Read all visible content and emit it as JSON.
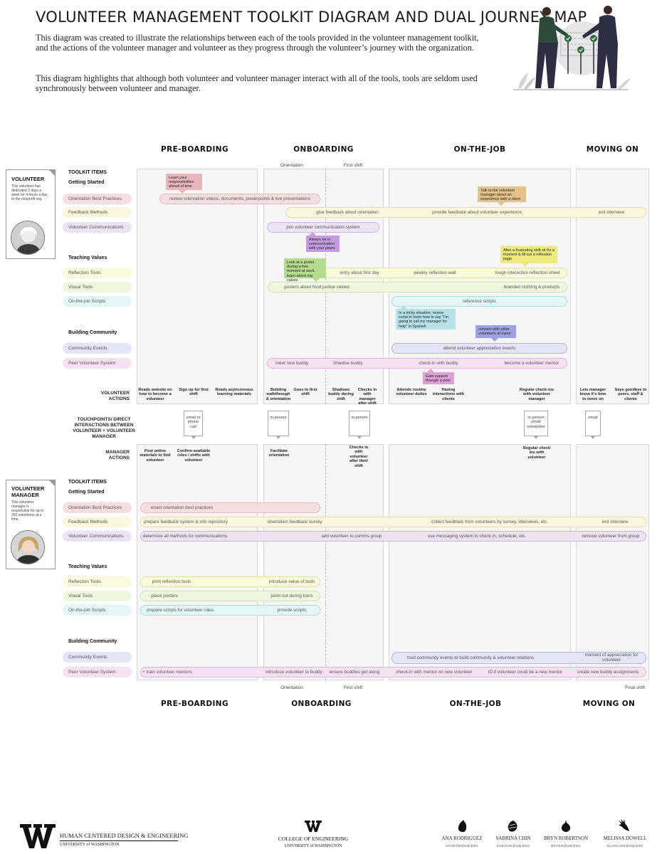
{
  "header": {
    "title": "VOLUNTEER MANAGEMENT TOOLKIT DIAGRAM AND DUAL JOURNEY MAP",
    "para1": "This diagram was created to illustrate the relationships between each of the tools provided in the volunteer management toolkit, and the actions of the volunteer manager and volunteer as they progress through the volunteer’s journey with the organization.",
    "para2": "This diagram highlights that although both volunteer and volunteer manager interact with all of the tools, tools are seldom used synchronously between volunteer and manager."
  },
  "phases": [
    "PRE-BOARDING",
    "ONBOARDING",
    "ON-THE-JOB",
    "MOVING ON"
  ],
  "markers": {
    "orientation": "Orientation",
    "first_shift": "First shift",
    "final_shift": "Final shift"
  },
  "volunteer": {
    "name": "VOLUNTEER",
    "desc": "This volunteer has dedicated 2 days a week for 4 hours a day to the nonprofit org.",
    "toolkit_label": "TOOLKIT ITEMS",
    "sections": {
      "getting_started": "Getting Started",
      "teaching_values": "Teaching Values",
      "building_community": "Building Community"
    },
    "rows": {
      "orientation": {
        "label": "Orientation Best Practices",
        "segments": [
          "review orientation videos, documents, powerpoints & live presentations"
        ]
      },
      "feedback": {
        "label": "Feedback Methods",
        "segments": [
          "give feedback about orientation",
          "provide feedback about volunteer experience",
          "exit interview"
        ]
      },
      "comms": {
        "label": "Volunteer Communications",
        "segments": [
          "join volunteer communication system"
        ]
      },
      "reflection": {
        "label": "Reflection Tools",
        "segments": [
          "entry about first day",
          "weekly reflection wall",
          "tough interaction reflection sheet"
        ]
      },
      "visual": {
        "label": "Visual Tools",
        "segments": [
          "posters about food justice values",
          "branded clothing & products"
        ]
      },
      "scripts": {
        "label": "On-the-job Scripts",
        "segments": [
          "reference scripts"
        ]
      },
      "events": {
        "label": "Community Events",
        "segments": [
          "attend volunteer appreciation events"
        ]
      },
      "peer": {
        "label": "Peer Volunteer System",
        "segments": [
          "meet new buddy",
          "Shadow buddy",
          "check-in with buddy",
          "become a volunteer mentor"
        ]
      }
    },
    "notes": {
      "n1": "Learn your responsibilities ahead of time",
      "n2": "Talk to the volunteer manager about an experience with a client",
      "n3": "Always be in communication with your peers",
      "n4": "Look at a poster during a free moment at work, learn about org values",
      "n5": "After a frustrating shift sit for a moment & fill out a reflection page.",
      "n6": "In a tricky situation, review script to learn how to say \"I'm going to call my manager for help\" in Spanish",
      "n7": "connect with other volunteers at event",
      "n8": "Gain support through a peer"
    },
    "actions_label": "VOLUNTEER ACTIONS",
    "actions": [
      "Reads website on how to become a volunteer",
      "Sign up for first shift",
      "Reads asyncronous learning materials",
      "Building walkthrough & orientation",
      "Goes to first shift",
      "Shadows buddy during shift",
      "Checks in with manager after shift",
      "Attends routine volunteer duties",
      "Having interactions with clients",
      "Regular check-ins with volunteer manager",
      "Lets manager know it's time to move on",
      "Says goodbye to peers, staff & clients"
    ]
  },
  "touchpoints": {
    "label": "TOUCHPOINTS/ DIRECT INTERACTIONS BETWEEN VOLUNTEER + VOLUNTEER MANAGER",
    "items": [
      "email or phone call",
      "in-person",
      "in-person",
      "in-person email newsletter",
      "email"
    ]
  },
  "manager": {
    "actions_label": "MANAGER ACTIONS",
    "actions": [
      "Post online materials to find volunteer",
      "Confirm available roles / shifts with volunteer",
      "Facilitate orientation",
      "Checks in with volunteer after their shift",
      "Regular check ins with volunteer"
    ],
    "name": "VOLUNTEER MANAGER",
    "desc": "This volunteer manager is responsible for up to 250 volunteers at a time.",
    "toolkit_label": "TOOLKIT ITEMS",
    "sections": {
      "getting_started": "Getting Started",
      "teaching_values": "Teaching Values",
      "building_community": "Building Community"
    },
    "rows": {
      "orientation": {
        "label": "Orientation Best Practices",
        "segments": [
          "enact orientation best practices"
        ]
      },
      "feedback": {
        "label": "Feedback Methods",
        "segments": [
          "prepare feedback system & info repository",
          "orientation feedback survey",
          "collect feedback from volunteers by survey, interviews, etc.",
          "exit interview"
        ]
      },
      "comms": {
        "label": "Volunteer Communications",
        "segments": [
          "determine all methods for communications",
          "add volunteer to comms group",
          "use messaging system to check in, schedule, etc.",
          "remove volunteer from group"
        ]
      },
      "reflection": {
        "label": "Reflection Tools",
        "segments": [
          "print reflection tools",
          "introduce value of tools"
        ]
      },
      "visual": {
        "label": "Visual Tools",
        "segments": [
          "place posters",
          "point out during tours"
        ]
      },
      "scripts": {
        "label": "On-the-job Scripts",
        "segments": [
          "prepare scripts for volunteer roles",
          "provide scripts"
        ]
      },
      "events": {
        "label": "Community Events",
        "segments": [
          "host community events to build community & volunteer relations",
          "moment of appreciation for volunteer"
        ]
      },
      "peer": {
        "label": "Peer Volunteer System",
        "segments": [
          "ID + train volunteer mentors",
          "introduce volunteer to buddy",
          "ensure buddies get along",
          "check-in with mentor on new volunteer",
          "ID if volunteer could be a new mentor",
          "create new buddy assignments"
        ]
      }
    }
  },
  "footer": {
    "hcde_line1": "HUMAN CENTERED DESIGN & ENGINEERING",
    "hcde_line2": "UNIVERSITY of WASHINGTON",
    "coe_line1": "COLLEGE OF ENGINEERING",
    "coe_line2": "UNIVERSITY of WASHINGTON",
    "team": [
      {
        "name": "ANA RODRIGUEZ",
        "email": "ANAROD@UW.EDU"
      },
      {
        "name": "SABRINA CHIN",
        "email": "SABCHIN@UW.EDU"
      },
      {
        "name": "BRYN ROBERTSON",
        "email": "BRYNR@UW.EDU"
      },
      {
        "name": "MELISSA DOWELL",
        "email": "GLUKKAKE@UW.EDU"
      }
    ]
  },
  "colors": {
    "orientation": "#f5dfe1",
    "feedback": "#fbf7df",
    "comms": "#ece3f4",
    "reflection": "#fafadc",
    "visual": "#eef8df",
    "scripts": "#e5f6f6",
    "events": "#e4e5f6",
    "peer": "#f6e2f2"
  }
}
